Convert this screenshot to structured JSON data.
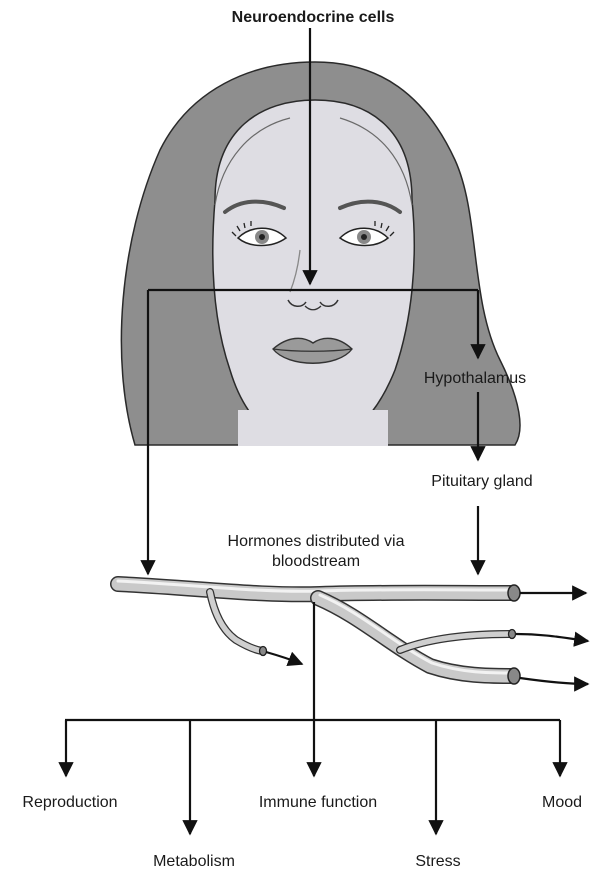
{
  "title": "Neuroendocrine cells",
  "labels": {
    "hypothalamus": "Hypothalamus",
    "pituitary": "Pituitary gland",
    "hormones_line1": "Hormones distributed via",
    "hormones_line2": "bloodstream"
  },
  "outcomes": {
    "reproduction": "Reproduction",
    "metabolism": "Metabolism",
    "immune": "Immune function",
    "stress": "Stress",
    "mood": "Mood"
  },
  "colors": {
    "hair": "#8e8e8e",
    "skin": "#dedde3",
    "line": "#111111",
    "vessel": "#b8b8b8"
  }
}
